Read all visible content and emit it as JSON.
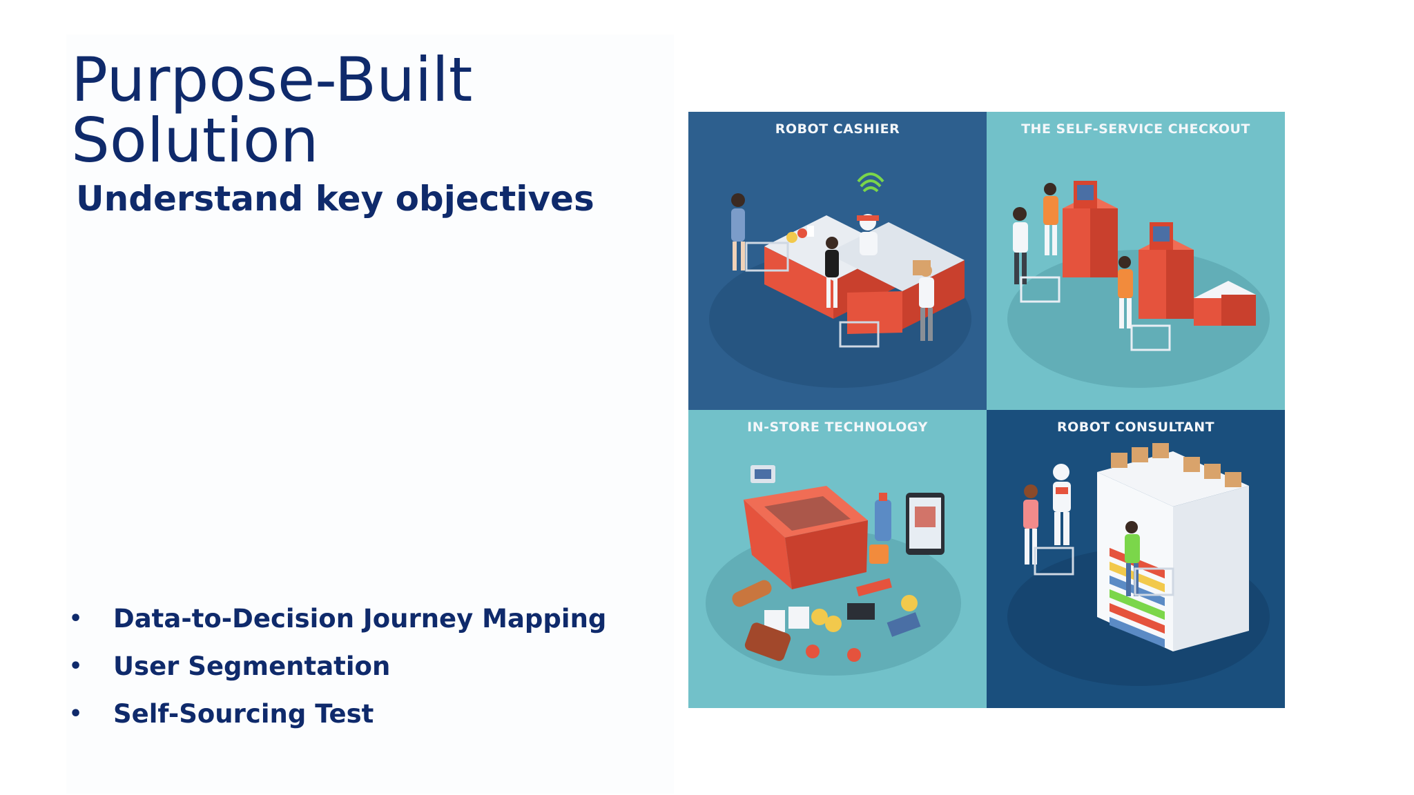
{
  "slide": {
    "title_lines": [
      "Purpose-Built",
      "Solution"
    ],
    "subtitle": "Understand key objectives",
    "bullets": [
      "Data-to-Decision Journey Mapping",
      "User Segmentation",
      "Self-Sourcing Test"
    ]
  },
  "illustration": {
    "panels": [
      {
        "label": "ROBOT CASHIER"
      },
      {
        "label": "THE SELF-SERVICE CHECKOUT"
      },
      {
        "label": "IN-STORE TECHNOLOGY"
      },
      {
        "label": "ROBOT CONSULTANT"
      }
    ]
  },
  "colors": {
    "text": "#0f2a6b",
    "panel_dark_blue": "#2d5f8e",
    "panel_teal": "#72c1c9",
    "panel_navy": "#1a4f7d",
    "accent_red": "#e5533d"
  }
}
